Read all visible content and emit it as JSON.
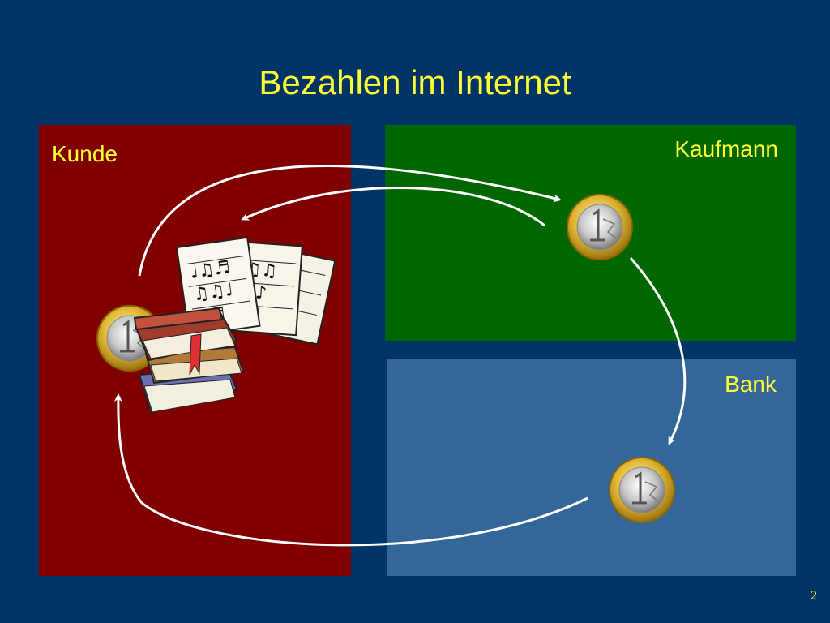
{
  "slide": {
    "title": "Bezahlen im Internet",
    "page_number": "2"
  },
  "panels": {
    "kunde": {
      "label": "Kunde",
      "color": "#800000"
    },
    "kaufmann": {
      "label": "Kaufmann",
      "color": "#006600"
    },
    "bank": {
      "label": "Bank",
      "color": "#336699"
    }
  },
  "colors": {
    "background": "#003366",
    "text": "#ffff33",
    "arrow": "#ffffff"
  },
  "coins": [
    {
      "id": "kunde-coin",
      "icon": "euro-coin-icon"
    },
    {
      "id": "kaufmann-coin",
      "icon": "euro-coin-icon"
    },
    {
      "id": "bank-coin",
      "icon": "euro-coin-icon"
    }
  ],
  "goods_icon": "books-and-sheet-music-icon"
}
